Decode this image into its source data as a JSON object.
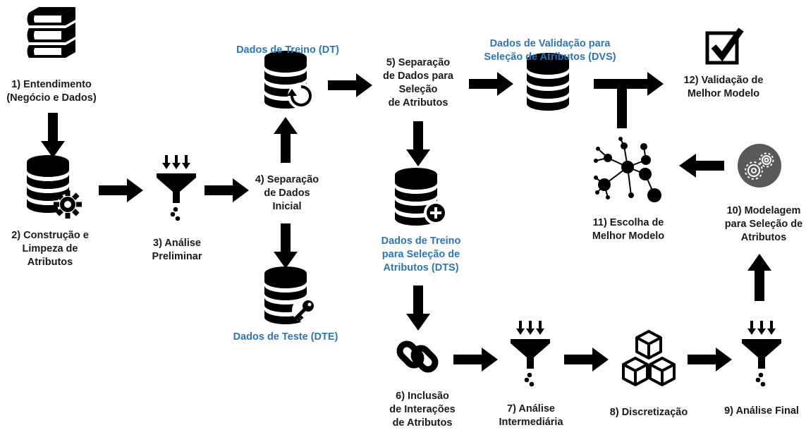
{
  "colors": {
    "ink": "#000000",
    "accent": "#2e75b6",
    "gear_circle": "#595959"
  },
  "steps": {
    "s1": {
      "lines": [
        "1) Entendimento",
        "(Negócio e Dados)"
      ],
      "icon": "books-icon"
    },
    "s2": {
      "lines": [
        "2) Construção e",
        "Limpeza de",
        "Atributos"
      ],
      "icon": "database-gear-icon"
    },
    "s3": {
      "lines": [
        "3) Análise",
        "Preliminar"
      ],
      "icon": "funnel-icon"
    },
    "s4": {
      "lines": [
        "4) Separação",
        "de Dados",
        "Inicial"
      ]
    },
    "s5": {
      "lines": [
        "5) Separação",
        "de Dados para",
        "Seleção",
        "de Atributos"
      ]
    },
    "s6": {
      "lines": [
        "6) Inclusão",
        "de Interações",
        "de Atributos"
      ],
      "icon": "link-icon"
    },
    "s7": {
      "lines": [
        "7) Análise",
        "Intermediária"
      ],
      "icon": "funnel-icon"
    },
    "s8": {
      "lines": [
        "8) Discretização"
      ],
      "icon": "cubes-icon"
    },
    "s9": {
      "lines": [
        "9) Análise Final"
      ],
      "icon": "funnel-icon"
    },
    "s10": {
      "lines": [
        "10) Modelagem",
        "para Seleção de",
        "Atributos"
      ],
      "icon": "gears-circle-icon"
    },
    "s11": {
      "lines": [
        "11) Escolha de",
        "Melhor Modelo"
      ],
      "icon": "network-icon"
    },
    "s12": {
      "lines": [
        "12) Validação de",
        "Melhor Modelo"
      ],
      "icon": "checkbox-icon"
    }
  },
  "datasets": {
    "dt": {
      "lines": [
        "Dados de Treino (DT)"
      ],
      "icon": "database-refresh-icon"
    },
    "dte": {
      "lines": [
        "Dados de Teste (DTE)"
      ],
      "icon": "database-key-icon"
    },
    "dts": {
      "lines": [
        "Dados de Treino",
        "para Seleção de",
        "Atributos (DTS)"
      ],
      "icon": "database-plus-icon"
    },
    "dvs": {
      "lines": [
        "Dados de Validação para",
        "Seleção de Atributos (DVS)"
      ],
      "icon": "database-icon"
    }
  }
}
